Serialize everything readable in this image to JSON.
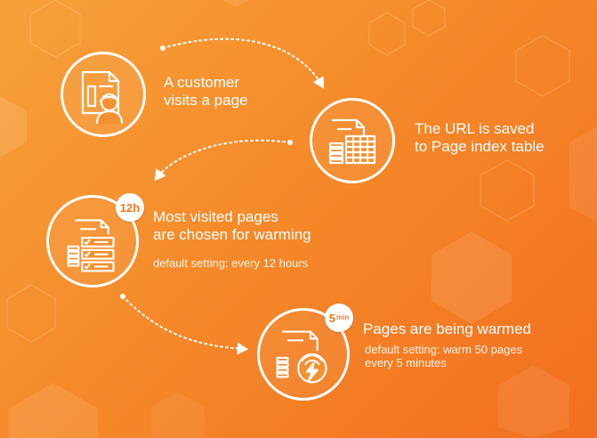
{
  "colors": {
    "background_start": "#f7a13a",
    "background_end": "#f26f1f",
    "foreground": "#ffffff",
    "badge_text": "#f0781f"
  },
  "steps": [
    {
      "id": "visit",
      "icon": "customer-document-icon",
      "title_lines": [
        "A customer",
        "visits a page"
      ]
    },
    {
      "id": "save",
      "icon": "document-table-icon",
      "title_lines": [
        "The URL is saved",
        "to Page index table"
      ]
    },
    {
      "id": "choose",
      "icon": "checklist-document-icon",
      "badge": "12h",
      "title_lines": [
        "Most visited pages",
        "are chosen for warming"
      ],
      "subtitle_lines": [
        "default setting: every 12 hours"
      ]
    },
    {
      "id": "warm",
      "icon": "document-lightning-icon",
      "badge": "5",
      "badge_suffix": "min",
      "title_lines": [
        "Pages are being warmed"
      ],
      "subtitle_lines": [
        "default setting: warm 50 pages",
        "every 5 minutes"
      ]
    }
  ]
}
